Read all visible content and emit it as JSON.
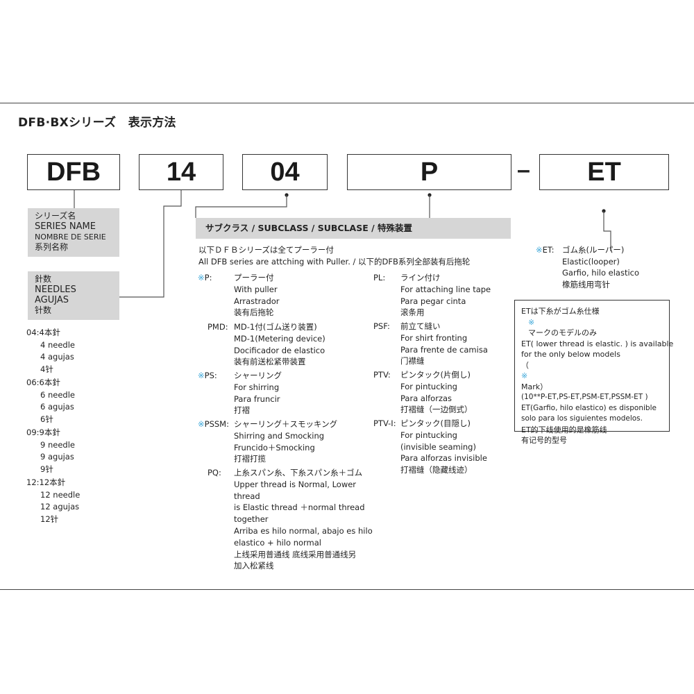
{
  "title": "DFB·BXシリーズ　表示方法",
  "code": {
    "series": "DFB",
    "needles": "14",
    "subclass": "04",
    "device": "P",
    "dash": "–",
    "lower": "ET"
  },
  "series_box": {
    "l1": "シリーズ名",
    "l2": "SERIES NAME",
    "l3": "NOMBRE DE SERIE",
    "l4": "系列名称"
  },
  "needles_box": {
    "l1": "針数",
    "l2": "NEEDLES",
    "l3": "AGUJAS",
    "l4": "针数"
  },
  "needles_list": [
    {
      "head": "04:4本針",
      "en": "4 needle",
      "es": "4 agujas",
      "zh": "4针"
    },
    {
      "head": "06:6本針",
      "en": "6 needle",
      "es": "6 agujas",
      "zh": "6针"
    },
    {
      "head": "09:9本針",
      "en": "9 needle",
      "es": "9 agujas",
      "zh": "9针"
    },
    {
      "head": "12:12本針",
      "en": "12 needle",
      "es": "12 agujas",
      "zh": "12针"
    }
  ],
  "subclass_header": "サブクラス / SUBCLASS / SUBCLASE / 特殊装置",
  "intro": {
    "jp": "以下ＤＦＢシリーズは全てプーラー付",
    "en": "All DFB series are attching with Puller. / 以下的DFB系列全部装有后拖轮"
  },
  "mark_symbol": "※",
  "left_items": [
    {
      "code": "P:",
      "lines": [
        "プーラー付",
        "With puller",
        "Arrastrador",
        "装有后拖轮"
      ]
    },
    {
      "code": "PMD:",
      "lines": [
        "MD-1付(ゴム送り装置)",
        "MD-1(Metering device)",
        "Docificador de elastico",
        "装有前送松紧带装置"
      ]
    },
    {
      "code": "PS:",
      "lines": [
        "シャーリング",
        "For shirring",
        "Para fruncir",
        "打褶"
      ]
    },
    {
      "code": "PSSM:",
      "lines": [
        "シャーリング＋スモッキング",
        "Shirring and Smocking",
        "Fruncido＋Smocking",
        "打褶打揽"
      ]
    },
    {
      "code": "PQ:",
      "lines": [
        "上糸スパン糸、下糸スパン糸＋ゴム",
        "Upper thread is Normal, Lower",
        "thread",
        "is Elastic thread ＋normal thread",
        "together",
        "Arriba es hilo normal, abajo es hilo",
        "elastico + hilo normal",
        "上线采用普通线 底线采用普通线另",
        "加入松紧线"
      ]
    }
  ],
  "right_items": [
    {
      "code": "PL:",
      "lines": [
        "ライン付け",
        "For attaching line tape",
        "Para pegar cinta",
        "滚条用"
      ]
    },
    {
      "code": "PSF:",
      "lines": [
        "前立て縫い",
        "For shirt fronting",
        "Para frente de camisa",
        "门襟缝"
      ]
    },
    {
      "code": "PTV:",
      "lines": [
        "ピンタック(片倒し)",
        "For pintucking",
        "Para alforzas",
        "打褶缝（一边倒式）"
      ]
    },
    {
      "code": "PTV-I:",
      "lines": [
        "ピンタック(目隠し)",
        "For pintucking",
        "(invisible seaming)",
        "Para alforzas invisible",
        "打褶缝（隐藏线迹）"
      ]
    }
  ],
  "et_item": {
    "code": "ET:",
    "lines": [
      "ゴム糸(ルーパー)",
      "Elastic(looper)",
      "Garfio, hilo elastico",
      "橡筋线用弯针"
    ]
  },
  "et_box": {
    "l1": "ETは下糸がゴム糸仕様",
    "l2": "マークのモデルのみ",
    "l3": "ET( lower thread is elastic. ) is available",
    "l4": "for the only below models",
    "l5a": "（",
    "l5b": " Mark）",
    "l6": "(10**P-ET,PS-ET,PSM-ET,PSSM-ET )",
    "l7": "ET(Garfio, hilo elastico) es disponible",
    "l8": "solo para los siguientes modelos.",
    "l9": "ET的下线使用的是橡筋线",
    "l10": "有记号的型号"
  }
}
